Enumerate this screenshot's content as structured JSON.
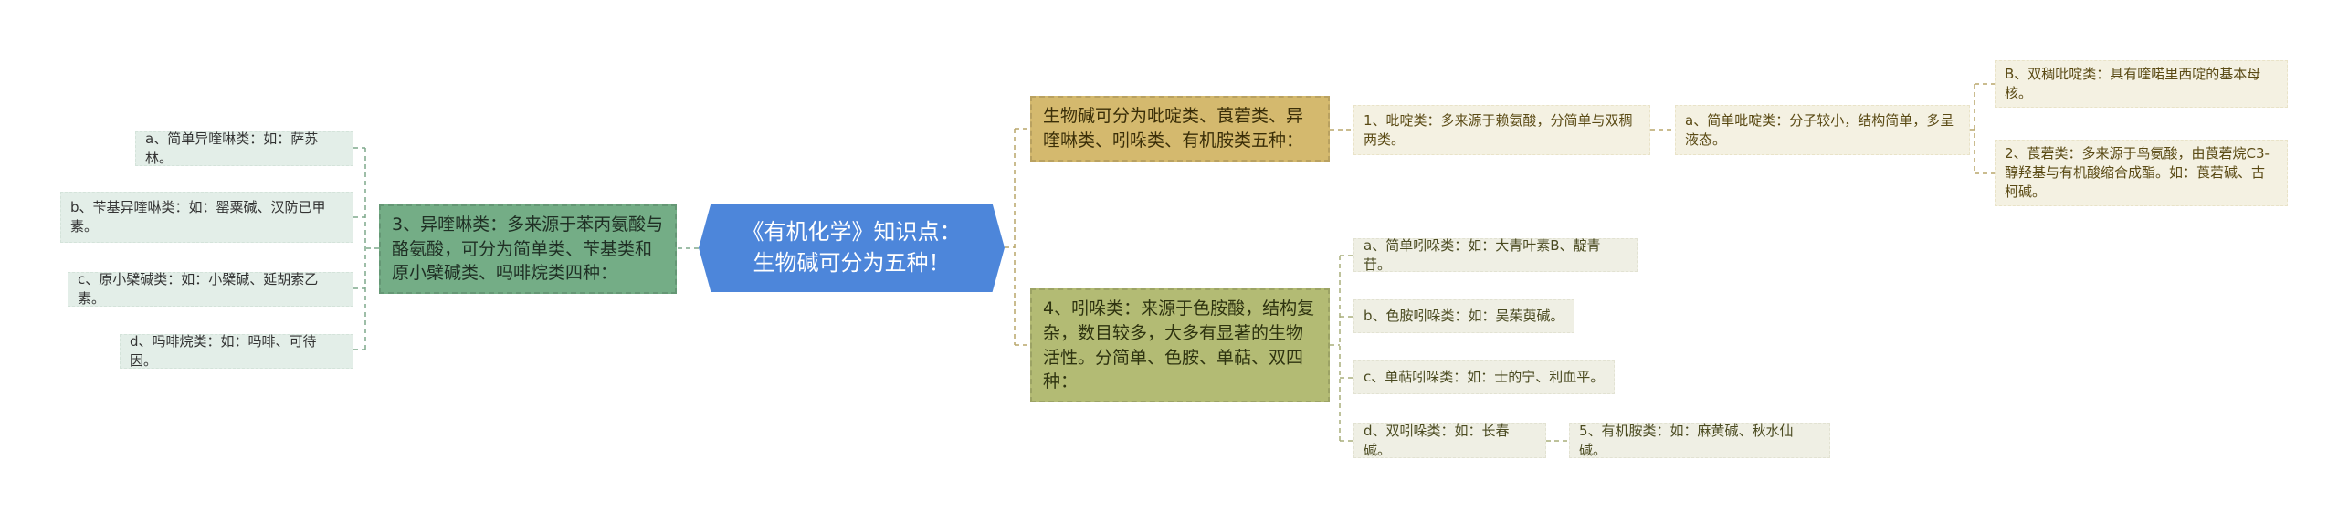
{
  "colors": {
    "central": "#4d86da",
    "branch_green": "#74ad86",
    "branch_gold": "#d4b96e",
    "branch_olive": "#b3bb74",
    "leaf_green": "#e3eee8",
    "leaf_cream": "#f4f1e2",
    "leaf_gray": "#efefe4"
  },
  "central": {
    "title": "《有机化学》知识点：生物碱可分为五种！"
  },
  "left": {
    "branch": "3、异喹啉类：多来源于苯丙氨酸与酪氨酸，可分为简单类、苄基类和原小檗碱类、吗啡烷类四种：",
    "leaves": [
      "a、简单异喹啉类：如：萨苏林。",
      "b、苄基异喹啉类：如：罂粟碱、汉防已甲素。",
      "c、原小檗碱类：如：小檗碱、延胡索乙素。",
      "d、吗啡烷类：如：吗啡、可待因。"
    ]
  },
  "right_top": {
    "branch": "生物碱可分为吡啶类、莨菪类、异喹啉类、吲哚类、有机胺类五种：",
    "child": "1、吡啶类：多来源于赖氨酸，分简单与双稠两类。",
    "grandchild": "a、简单吡啶类：分子较小，结构简单，多呈液态。",
    "great_grandchildren": [
      "B、双稠吡啶类：具有喹喏里西啶的基本母核。",
      "2、莨菪类：多来源于鸟氨酸，由莨菪烷C3-醇羟基与有机酸缩合成酯。如：莨菪碱、古柯碱。"
    ]
  },
  "right_bottom": {
    "branch": "4、吲哚类：来源于色胺酸，结构复杂，数目较多，大多有显著的生物活性。分简单、色胺、单萜、双四种：",
    "leaves": [
      "a、简单吲哚类：如：大青叶素B、靛青苷。",
      "b、色胺吲哚类：如：吴茱萸碱。",
      "c、单萜吲哚类：如：士的宁、利血平。",
      "d、双吲哚类：如：长春碱。"
    ],
    "extra": "5、有机胺类：如：麻黄碱、秋水仙碱。"
  }
}
